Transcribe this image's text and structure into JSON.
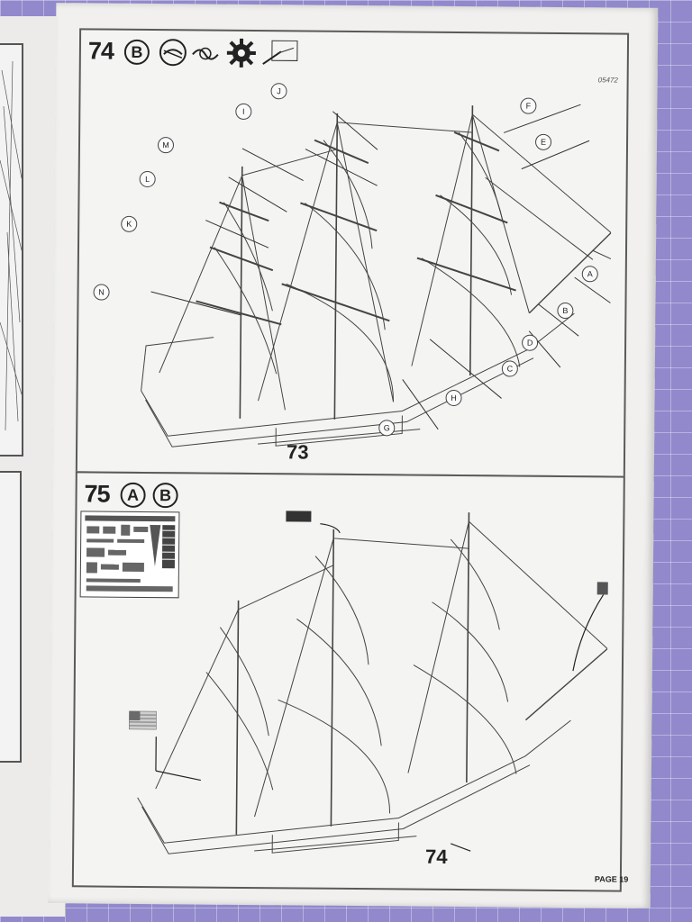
{
  "step74": {
    "number": "74",
    "badges": [
      "B"
    ],
    "part_code": "05472",
    "callouts": [
      "A",
      "B",
      "C",
      "D",
      "E",
      "F",
      "G",
      "H",
      "I",
      "J",
      "K",
      "L",
      "M",
      "N"
    ],
    "reference_step": "73"
  },
  "step75": {
    "number": "75",
    "badges": [
      "A",
      "B"
    ],
    "reference_step": "74"
  },
  "page_label": "PAGE 19",
  "icons": [
    "glue-tube-icon",
    "rope-thread-icon",
    "gear-icon",
    "knife-cutting-icon"
  ]
}
